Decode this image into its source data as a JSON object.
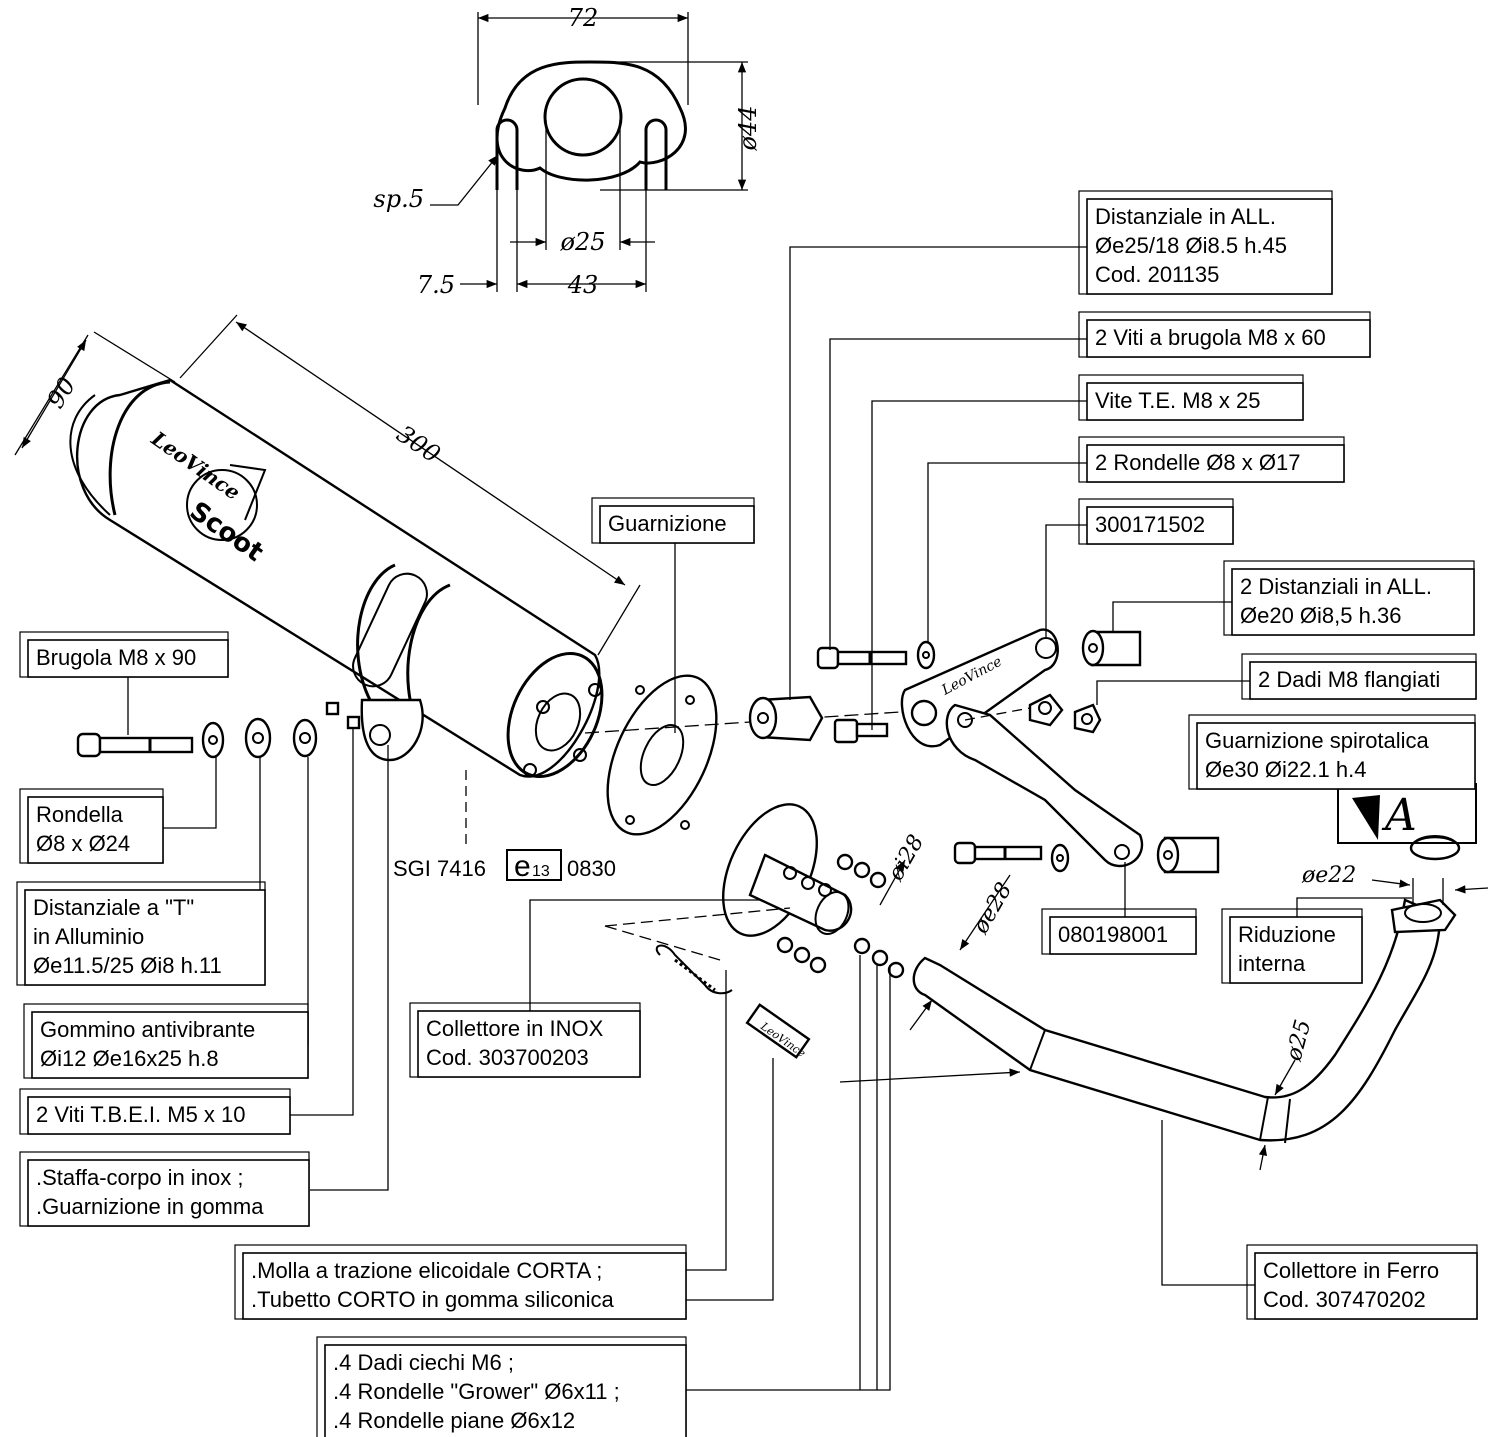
{
  "flange": {
    "dim_width": "72",
    "dim_height": "ø44",
    "dim_bore": "ø25",
    "dim_thickness": "sp.5",
    "dim_slot": "7.5",
    "dim_pitch": "43"
  },
  "muffler": {
    "dim_diameter": "90",
    "dim_length": "300",
    "brand": "LeoVince",
    "model": "Scoot",
    "homologation_prefix": "SGI 7416",
    "homologation_mark": "e",
    "homologation_mark_sub": "13",
    "homologation_suffix": "0830"
  },
  "dims": {
    "inner_28": "øi28",
    "outer_28": "øe28",
    "pipe_25": "ø25",
    "outer_22": "øe22",
    "view_letter": "A"
  },
  "labels": {
    "distanziale_all": [
      "Distanziale in ALL.",
      "Øe25/18 Øi8.5 h.45",
      "Cod. 201135"
    ],
    "viti_brugola": [
      "2 Viti a brugola M8 x 60"
    ],
    "vite_te": [
      "Vite T.E. M8 x 25"
    ],
    "rondelle_8_17": [
      "2 Rondelle Ø8 x Ø17"
    ],
    "code_300171502": [
      "300171502"
    ],
    "distanziali_all": [
      "2 Distanziali in ALL.",
      "Øe20 Øi8,5 h.36"
    ],
    "dadi_flangiati": [
      "2 Dadi M8 flangiati"
    ],
    "guarnizione_spiro": [
      "Guarnizione spirotalica",
      "Øe30 Øi22.1 h.4"
    ],
    "guarnizione": [
      "Guarnizione"
    ],
    "brugola_m8": [
      "Brugola M8 x 90"
    ],
    "rondella": [
      "Rondella",
      "Ø8 x Ø24"
    ],
    "distanziale_t": [
      "Distanziale a \"T\"",
      "in Alluminio",
      "Øe11.5/25 Øi8 h.11"
    ],
    "gommino": [
      "Gommino antivibrante",
      "Øi12 Øe16x25 h.8"
    ],
    "viti_tbei": [
      "2 Viti T.B.E.I. M5 x 10"
    ],
    "staffa": [
      ".Staffa-corpo in inox ;",
      ".Guarnizione in gomma"
    ],
    "code_080198001": [
      "080198001"
    ],
    "riduzione": [
      "Riduzione",
      "interna"
    ],
    "collettore_inox": [
      "Collettore in INOX",
      "Cod. 303700203"
    ],
    "molla": [
      ".Molla a trazione elicoidale CORTA ;",
      ".Tubetto CORTO in gomma siliconica"
    ],
    "collettore_ferro": [
      "Collettore in Ferro",
      "Cod. 307470202"
    ],
    "dadi_ciechi": [
      ".4 Dadi ciechi M6 ;",
      ".4 Rondelle \"Grower\" Ø6x11 ;",
      ".4 Rondelle piane Ø6x12"
    ]
  },
  "spring_tag": "LeoVince"
}
